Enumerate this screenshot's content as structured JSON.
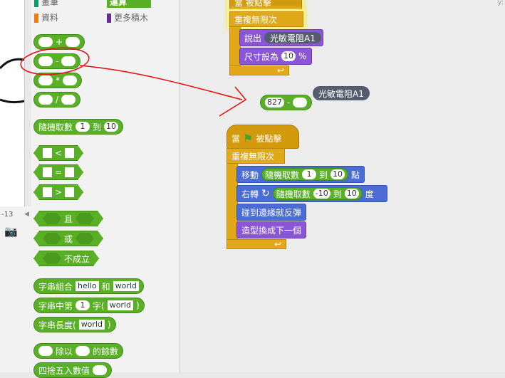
{
  "palette": {
    "categories": [
      {
        "label": "畫筆",
        "color": "#0e9a6c"
      },
      {
        "label": "運算",
        "color": "#59b027",
        "selected": true
      },
      {
        "label": "資料",
        "color": "#ee7d16"
      },
      {
        "label": "更多積木",
        "color": "#632d99"
      }
    ],
    "ops": {
      "add": "+",
      "sub": "-",
      "mul": "*",
      "div": "/",
      "random": {
        "label": "隨機取數",
        "from": "1",
        "to_label": "到",
        "to": "10"
      },
      "lt": "<",
      "eq": "=",
      "gt": ">",
      "and": "且",
      "or": "或",
      "not": "不成立",
      "join": {
        "label": "字串組合",
        "a": "hello",
        "and_label": "和",
        "b": "world"
      },
      "letter": {
        "label": "字串中第",
        "n": "1",
        "mid": "字(",
        "s": "world",
        "end": ")"
      },
      "length": {
        "label": "字串長度(",
        "s": "world",
        "end": ")"
      },
      "mod": {
        "label": "除以",
        "tail": "的餘數"
      },
      "round": {
        "label": "四捨五入數值"
      }
    }
  },
  "stage": {
    "coord": "-13",
    "y_label": "y:"
  },
  "scripts": {
    "top_hat": "當  被點擊",
    "forever1": "重複無限次",
    "say": {
      "label": "說出",
      "value": "光敏電阻A1"
    },
    "size": {
      "label": "尺寸設為",
      "value": "10",
      "unit": "%"
    },
    "loose_op": {
      "left": "827",
      "op": "-"
    },
    "reporter": "光敏電阻A1",
    "hat2": {
      "when": "當",
      "clicked": "被點擊"
    },
    "forever2": "重複無限次",
    "move": {
      "label": "移動",
      "rand": "隨機取數",
      "from": "1",
      "to_label": "到",
      "to": "10",
      "unit": "點"
    },
    "turn": {
      "label": "右轉",
      "rand": "隨機取數",
      "from": "-10",
      "to_label": "到",
      "to": "10",
      "unit": "度"
    },
    "bounce": "碰到邊緣就反彈",
    "costume": "造型換成下一個"
  }
}
